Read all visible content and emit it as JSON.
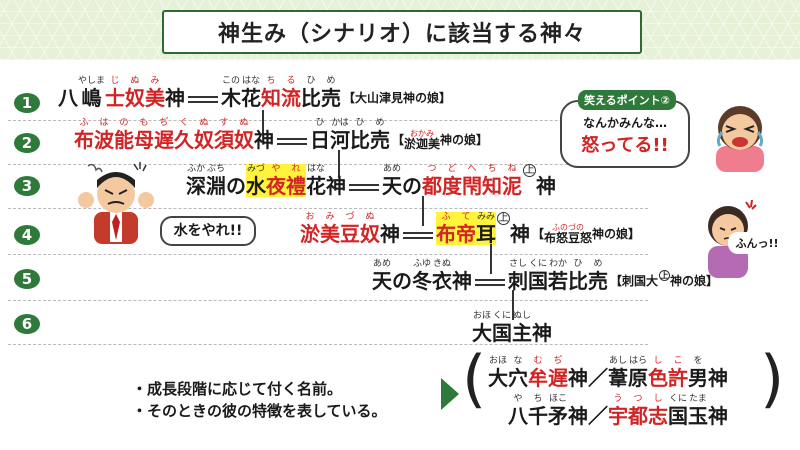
{
  "title": "神生み（シナリオ）に該当する神々",
  "row_numbers": [
    "1",
    "2",
    "3",
    "4",
    "5",
    "6"
  ],
  "row1": {
    "left": [
      {
        "t": "八",
        "r": ""
      },
      {
        "t": "嶋",
        "r": "やしま"
      },
      {
        "t": "士",
        "r": "じ",
        "red": true
      },
      {
        "t": "奴",
        "r": "ぬ",
        "red": true
      },
      {
        "t": "美",
        "r": "み",
        "red": true
      },
      {
        "t": "神",
        "r": ""
      }
    ],
    "right": [
      {
        "t": "木",
        "r": "この"
      },
      {
        "t": "花",
        "r": "はな"
      },
      {
        "t": "知",
        "r": "ち",
        "red": true
      },
      {
        "t": "流",
        "r": "る",
        "red": true
      },
      {
        "t": "比",
        "r": "ひ"
      },
      {
        "t": "売",
        "r": "め"
      }
    ],
    "note": "【大山津見神の娘】"
  },
  "row2": {
    "left": [
      {
        "t": "布",
        "r": "ふ",
        "red": true
      },
      {
        "t": "波",
        "r": "は",
        "red": true
      },
      {
        "t": "能",
        "r": "の",
        "red": true
      },
      {
        "t": "母",
        "r": "も",
        "red": true
      },
      {
        "t": "遅",
        "r": "ぢ",
        "red": true
      },
      {
        "t": "久",
        "r": "く",
        "red": true
      },
      {
        "t": "奴",
        "r": "ぬ",
        "red": true
      },
      {
        "t": "須",
        "r": "す",
        "red": true
      },
      {
        "t": "奴",
        "r": "ぬ",
        "red": true
      },
      {
        "t": "神",
        "r": ""
      }
    ],
    "right": [
      {
        "t": "日",
        "r": "ひ"
      },
      {
        "t": "河",
        "r": "かは"
      },
      {
        "t": "比",
        "r": "ひ"
      },
      {
        "t": "売",
        "r": "め"
      }
    ],
    "note_pre": "【",
    "note_red": "淤迦美",
    "note_ruby": "おかみ",
    "note_post": "神の娘】"
  },
  "row3": {
    "left": [
      {
        "t": "深",
        "r": "ふか"
      },
      {
        "t": "淵",
        "r": "ぶち"
      },
      {
        "t": "の",
        "r": ""
      },
      {
        "t": "水",
        "r": "みづ",
        "hl": true
      },
      {
        "t": "夜",
        "r": "や",
        "red": true,
        "hl": true
      },
      {
        "t": "禮",
        "r": "れ",
        "red": true,
        "hl": true
      },
      {
        "t": "花",
        "r": "はな"
      },
      {
        "t": "神",
        "r": ""
      }
    ],
    "right": [
      {
        "t": "天",
        "r": "あめ"
      },
      {
        "t": "の",
        "r": ""
      },
      {
        "t": "都",
        "r": "つ",
        "red": true
      },
      {
        "t": "度",
        "r": "ど",
        "red": true
      },
      {
        "t": "閇",
        "r": "へ",
        "red": true
      },
      {
        "t": "知",
        "r": "ち",
        "red": true
      },
      {
        "t": "泥",
        "r": "ね",
        "red": true
      }
    ],
    "right_mark": "上",
    "right_tail": "神"
  },
  "row4": {
    "left": [
      {
        "t": "淤",
        "r": "お",
        "red": true
      },
      {
        "t": "美",
        "r": "み",
        "red": true
      },
      {
        "t": "豆",
        "r": "づ",
        "red": true
      },
      {
        "t": "奴",
        "r": "ぬ",
        "red": true
      },
      {
        "t": "神",
        "r": ""
      }
    ],
    "right": [
      {
        "t": "布",
        "r": "ふ",
        "red": true,
        "hl": true
      },
      {
        "t": "帝",
        "r": "て",
        "red": true,
        "hl": true
      },
      {
        "t": "耳",
        "r": "みみ",
        "hl": true
      }
    ],
    "right_mark": "上",
    "right_tail": "神",
    "note_pre": "【",
    "note_red": "布怒豆怒",
    "note_ruby": "ふのづの",
    "note_post": "神の娘】"
  },
  "row5": {
    "left": [
      {
        "t": "天",
        "r": "あめ"
      },
      {
        "t": "の",
        "r": ""
      },
      {
        "t": "冬",
        "r": "ふゆ"
      },
      {
        "t": "衣",
        "r": "きぬ"
      },
      {
        "t": "神",
        "r": ""
      }
    ],
    "right": [
      {
        "t": "刺",
        "r": "さし"
      },
      {
        "t": "国",
        "r": "くに"
      },
      {
        "t": "若",
        "r": "わか"
      },
      {
        "t": "比",
        "r": "ひ"
      },
      {
        "t": "売",
        "r": "め"
      }
    ],
    "note": "【刺国大",
    "note_mark": "上",
    "note_tail": "神の娘】"
  },
  "row6": {
    "name": [
      {
        "t": "大",
        "r": "おほ"
      },
      {
        "t": "国",
        "r": "くに"
      },
      {
        "t": "主",
        "r": "ぬし"
      },
      {
        "t": "神",
        "r": ""
      }
    ]
  },
  "bubble_points": {
    "badge": "笑えるポイント②",
    "line1": "なんかみんな…",
    "line2": "怒ってる!!"
  },
  "bubble_water": "水をやれ!!",
  "bubble_funn": "ふんっ!!",
  "bullets": [
    "・成長段階に応じて付く名前。",
    "・そのときの彼の特徴を表している。"
  ],
  "names_line1": [
    {
      "t": "大",
      "r": "おほ"
    },
    {
      "t": "穴",
      "r": "な"
    },
    {
      "t": "牟",
      "r": "む",
      "red": true
    },
    {
      "t": "遅",
      "r": "ぢ",
      "red": true
    },
    {
      "t": "神",
      "r": ""
    },
    {
      "t": "／",
      "r": ""
    },
    {
      "t": "葦",
      "r": "あし"
    },
    {
      "t": "原",
      "r": "はら"
    },
    {
      "t": "色",
      "r": "し",
      "red": true
    },
    {
      "t": "許",
      "r": "こ",
      "red": true
    },
    {
      "t": "男",
      "r": "を"
    },
    {
      "t": "神",
      "r": ""
    }
  ],
  "names_line2": [
    {
      "t": "八",
      "r": "や"
    },
    {
      "t": "千",
      "r": "ち"
    },
    {
      "t": "矛",
      "r": "ほこ"
    },
    {
      "t": "神",
      "r": ""
    },
    {
      "t": "／",
      "r": ""
    },
    {
      "t": "宇",
      "r": "う",
      "red": true
    },
    {
      "t": "都",
      "r": "つ",
      "red": true
    },
    {
      "t": "志",
      "r": "し",
      "red": true
    },
    {
      "t": "国",
      "r": "くに"
    },
    {
      "t": "玉",
      "r": "たま"
    },
    {
      "t": "神",
      "r": ""
    }
  ],
  "colors": {
    "accent_green": "#2f7a3a",
    "red": "#d12424",
    "highlight": "#fff33b"
  }
}
